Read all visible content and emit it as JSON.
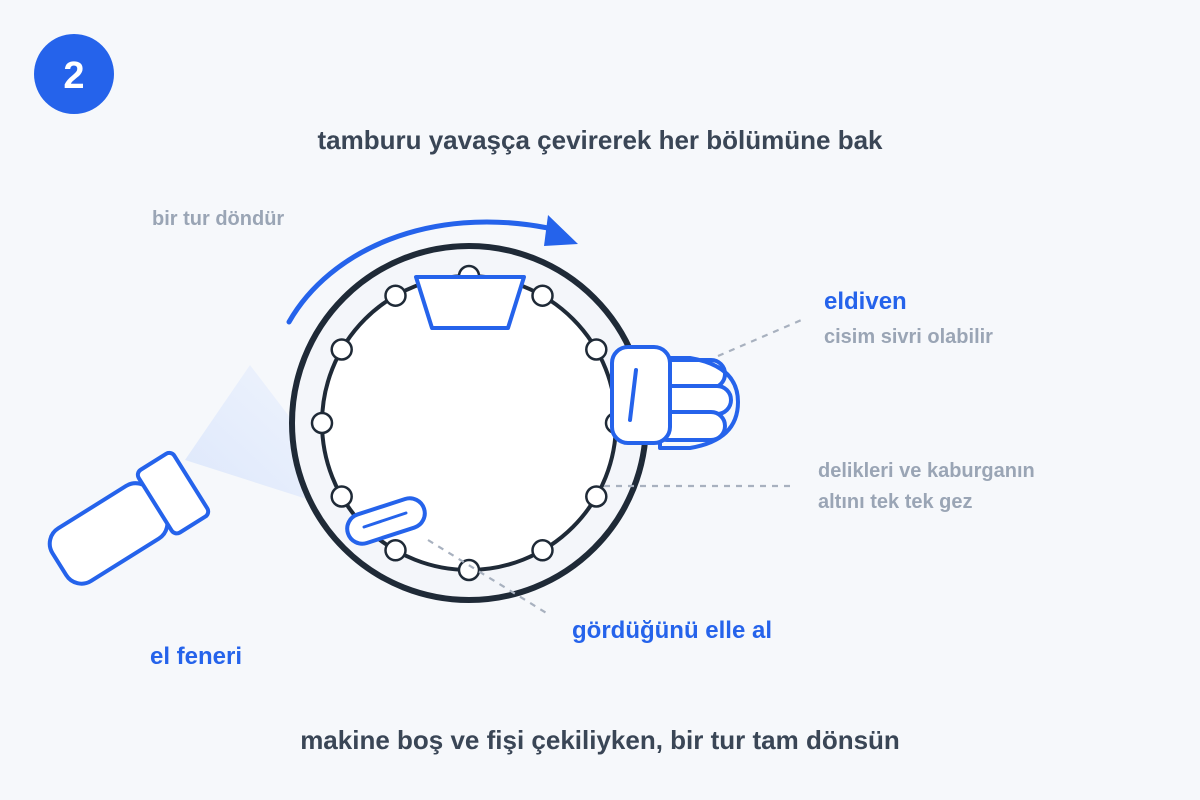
{
  "step": {
    "number": "2"
  },
  "title": "tamburu yavaşça çevirerek her bölümüne bak",
  "footer": "makine boş ve fişi çekiliyken, bir tur tam dönsün",
  "labels": {
    "rotate": "bir tur döndür",
    "glove": "eldiven",
    "glove_note": "cisim sivri olabilir",
    "holes_line1": "delikleri ve kaburganın",
    "holes_line2": "altını tek tek gez",
    "grab": "gördüğünü elle al",
    "flashlight": "el feneri"
  },
  "colors": {
    "accent": "#2563eb",
    "text_dark": "#3a4656",
    "text_muted": "#9aa5b5",
    "drum_outline": "#1f2a37",
    "background": "#f6f8fb"
  },
  "drum": {
    "hole_count": 12
  }
}
